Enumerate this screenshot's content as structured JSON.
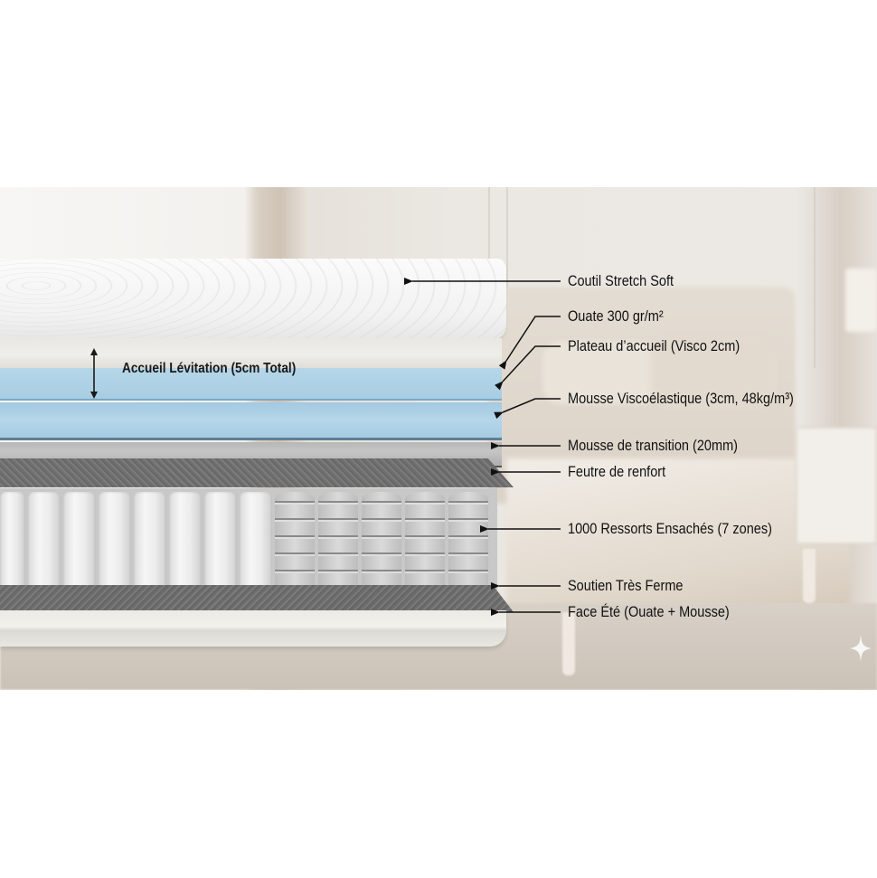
{
  "image": {
    "subject": "Mattress cross-section layer diagram over a blurred bedroom background",
    "colors": {
      "visco_blue": "#a8cde3",
      "felt_gray": "#737373",
      "transition_gray": "#b9b9b9",
      "cover_white": "#f5f5f5",
      "label_text": "#111111"
    }
  },
  "levitation": {
    "label": "Accueil Lévitation (5cm Total)"
  },
  "callouts": [
    {
      "label": "Coutil Stretch Soft"
    },
    {
      "label": "Ouate 300 gr/m²"
    },
    {
      "label": "Plateau d’accueil (Visco 2cm)"
    },
    {
      "label": "Mousse Viscoélastique (3cm, 48kg/m³)"
    },
    {
      "label": "Mousse de transition (20mm)"
    },
    {
      "label": "Feutre de renfort"
    },
    {
      "label": "1000 Ressorts Ensachés (7 zones)"
    },
    {
      "label": "Soutien Très Ferme"
    },
    {
      "label": "Face Été (Ouate + Mousse)"
    }
  ]
}
